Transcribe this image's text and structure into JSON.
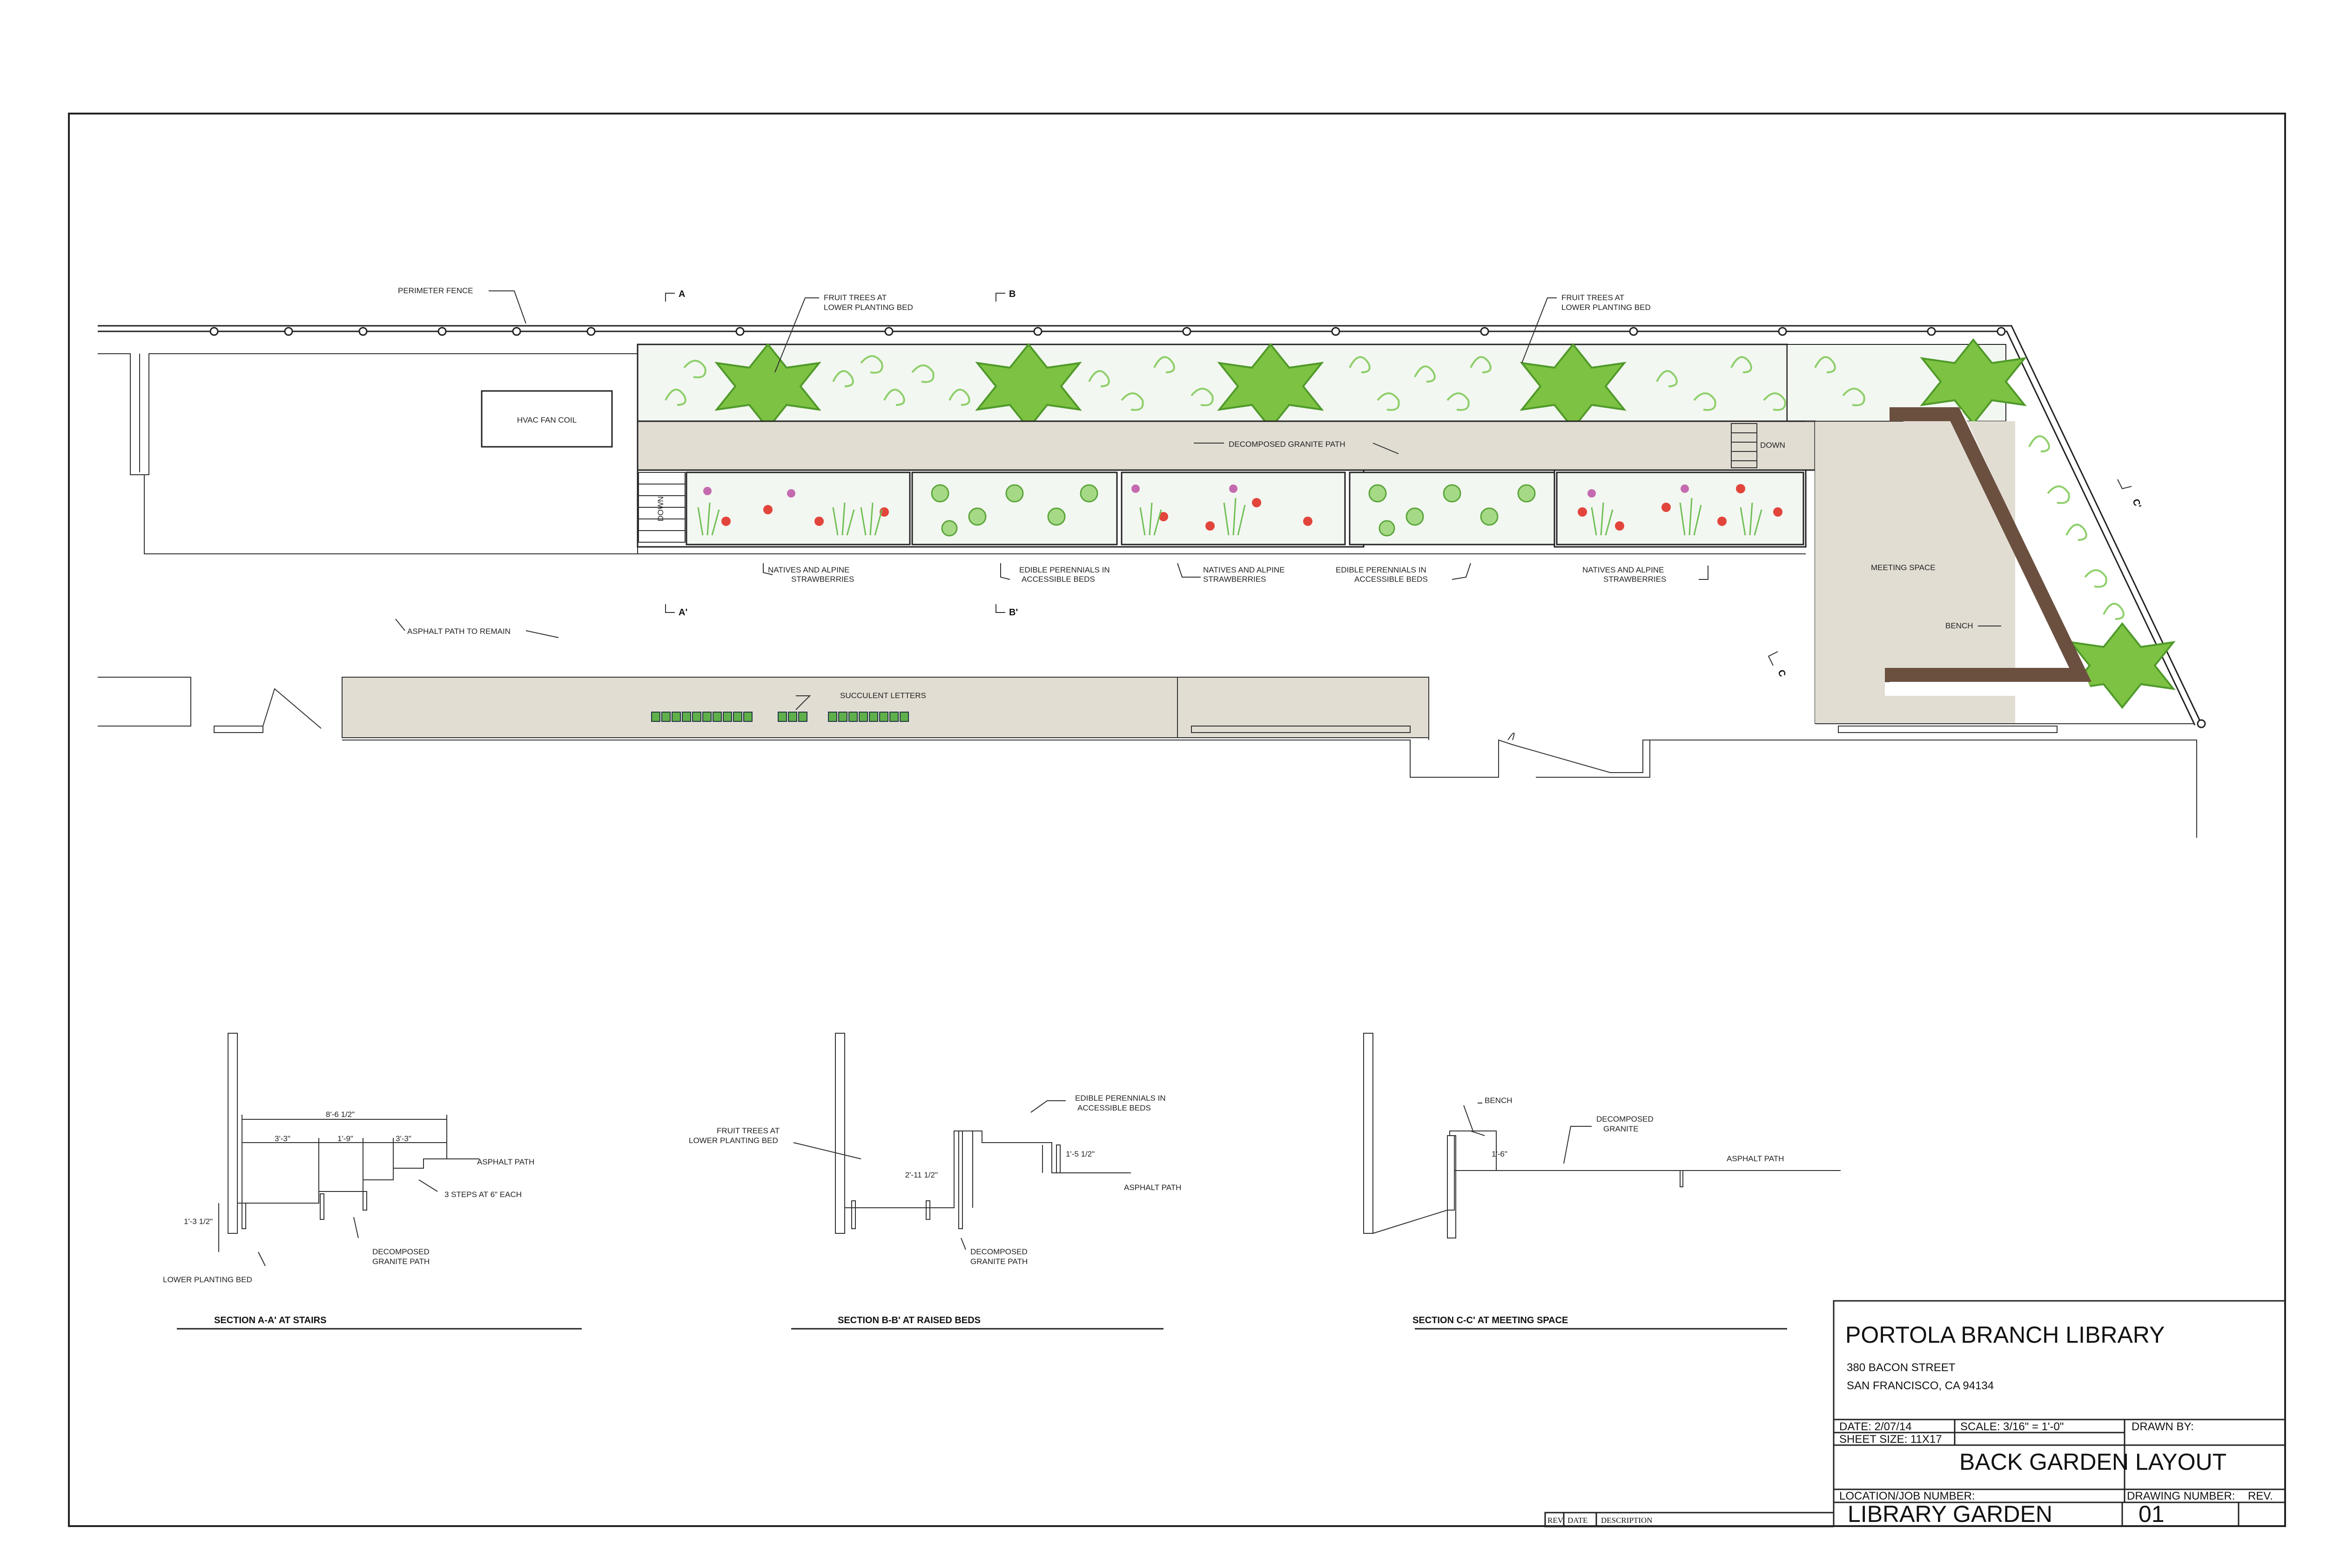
{
  "plan": {
    "labels": {
      "perimeter_fence": "PERIMETER FENCE",
      "hvac": "HVAC FAN COIL",
      "fruit_trees_1_line1": "FRUIT TREES AT",
      "fruit_trees_1_line2": "LOWER PLANTING BED",
      "fruit_trees_2_line1": "FRUIT TREES AT",
      "fruit_trees_2_line2": "LOWER PLANTING BED",
      "dg_path": "DECOMPOSED GRANITE PATH",
      "down_left": "DOWN",
      "down_right": "DOWN",
      "natives_1_line1": "NATIVES AND ALPINE",
      "natives_1_line2": "STRAWBERRIES",
      "edible_1_line1": "EDIBLE PERENNIALS IN",
      "edible_1_line2": "ACCESSIBLE BEDS",
      "natives_2_line1": "NATIVES AND ALPINE",
      "natives_2_line2": "STRAWBERRIES",
      "edible_2_line1": "EDIBLE PERENNIALS IN",
      "edible_2_line2": "ACCESSIBLE BEDS",
      "natives_3_line1": "NATIVES AND ALPINE",
      "natives_3_line2": "STRAWBERRIES",
      "meeting_space": "MEETING SPACE",
      "bench": "BENCH",
      "asphalt_remain": "ASPHALT PATH TO REMAIN",
      "succulent": "SUCCULENT LETTERS"
    },
    "section_marks": {
      "a": "A",
      "a_prime": "A'",
      "b": "B",
      "b_prime": "B'",
      "c": "C",
      "c_prime": "C'"
    }
  },
  "sections": {
    "aa": {
      "title": "SECTION A-A' AT STAIRS",
      "dim_total": "8'-6 1/2\"",
      "dim_1": "3'-3\"",
      "dim_2": "1'-9\"",
      "dim_3": "3'-3\"",
      "dim_height": "1'-3 1/2\"",
      "asphalt": "ASPHALT PATH",
      "steps": "3 STEPS AT 6\" EACH",
      "dg_line1": "DECOMPOSED",
      "dg_line2": "GRANITE PATH",
      "lower_bed": "LOWER PLANTING BED"
    },
    "bb": {
      "title": "SECTION B-B' AT RAISED BEDS",
      "fruit_line1": "FRUIT TREES AT",
      "fruit_line2": "LOWER PLANTING BED",
      "edible_line1": "EDIBLE PERENNIALS IN",
      "edible_line2": "ACCESSIBLE BEDS",
      "dim_1": "1'-5 1/2\"",
      "dim_2": "2'-11 1/2\"",
      "asphalt": "ASPHALT PATH",
      "dg_line1": "DECOMPOSED",
      "dg_line2": "GRANITE PATH"
    },
    "cc": {
      "title": "SECTION C-C' AT MEETING SPACE",
      "bench": "BENCH",
      "dg_line1": "DECOMPOSED",
      "dg_line2": "GRANITE",
      "dim": "1'-6\"",
      "asphalt": "ASPHALT PATH"
    }
  },
  "title_block": {
    "project": "PORTOLA BRANCH LIBRARY",
    "address_1": "380 BACON STREET",
    "address_2": "SAN FRANCISCO, CA 94134",
    "date": "DATE:  2/07/14",
    "scale": "SCALE: 3/16\" = 1'-0\"",
    "drawn_by": "DRAWN BY:",
    "sheet_size": "SHEET SIZE: 11X17",
    "drawing_title": "BACK GARDEN LAYOUT",
    "location_label": "LOCATION/JOB NUMBER:",
    "location_value": "LIBRARY GARDEN",
    "drawing_number_label": "DRAWING NUMBER:",
    "drawing_number_value": "01",
    "rev_label": "REV.",
    "rev_col": "REV",
    "date_col": "DATE",
    "desc_col": "DESCRIPTION"
  },
  "colors": {
    "tree_green": "#7dc242",
    "tree_outline": "#4f9a2a",
    "swirl_green": "#8ecf6a",
    "flower_red": "#e2453c",
    "flower_pink": "#c46bb0",
    "bench_brown": "#6b5040",
    "gravel": "#e2ddd3"
  }
}
